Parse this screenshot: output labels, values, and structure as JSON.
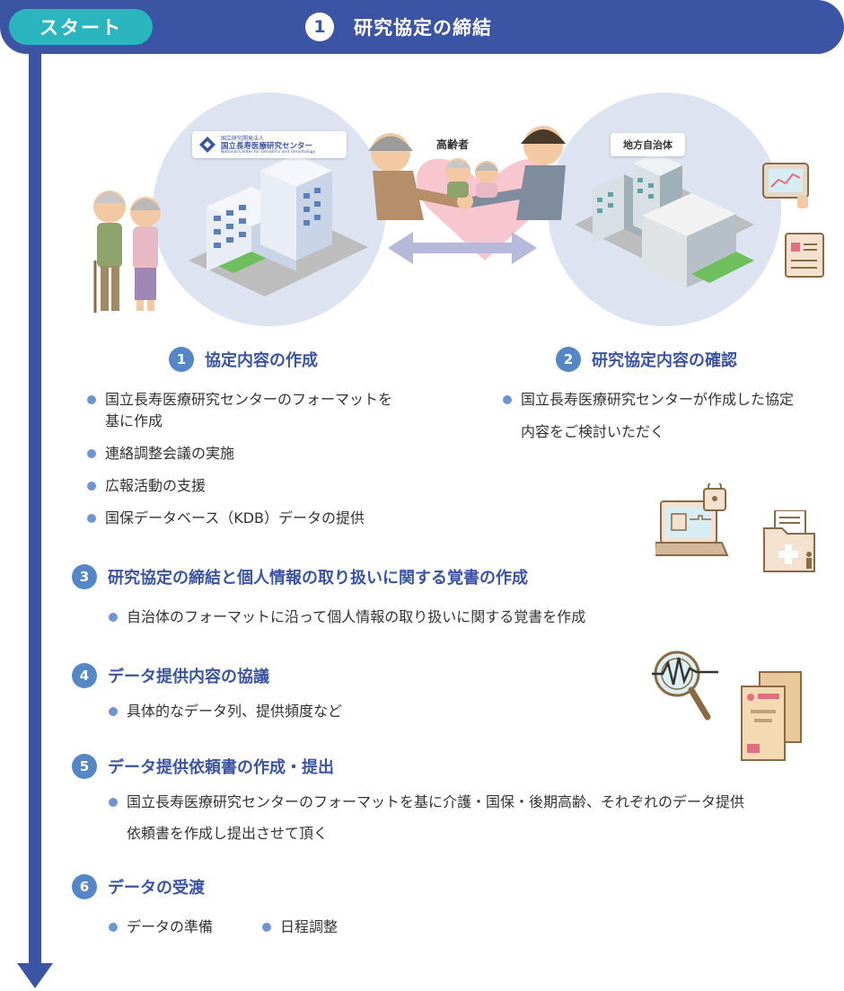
{
  "header": {
    "start_label": "スタート",
    "step_number": "1",
    "title": "研究協定の締結"
  },
  "illustration": {
    "ncgg_small_text": "国立研究開発法人",
    "ncgg_name": "国立長寿医療研究センター",
    "ncgg_english": "National Center for Geriatrics and Gerontology",
    "local_gov_label": "地方自治体",
    "elderly_label": "高齢者"
  },
  "sections": {
    "s1": {
      "number": "1",
      "title": "協定内容の作成",
      "bullets": [
        "国立長寿医療研究センターのフォーマットを",
        "連絡調整会議の実施",
        "広報活動の支援",
        "国保データベース（KDB）データの提供"
      ],
      "bullet1_cont": "基に作成"
    },
    "s2": {
      "number": "2",
      "title": "研究協定内容の確認",
      "bullet_line1": "国立長寿医療研究センターが作成した協定",
      "bullet_line2": "内容をご検討いただく"
    },
    "s3": {
      "number": "3",
      "title": "研究協定の締結と個人情報の取り扱いに関する覚書の作成",
      "bullet": "自治体のフォーマットに沿って個人情報の取り扱いに関する覚書を作成"
    },
    "s4": {
      "number": "4",
      "title": "データ提供内容の協議",
      "bullet": "具体的なデータ列、提供頻度など"
    },
    "s5": {
      "number": "5",
      "title": "データ提供依頼書の作成・提出",
      "bullet_line1": "国立長寿医療研究センターのフォーマットを基に介護・国保・後期高齢、それぞれのデータ提供",
      "bullet_line2": "依頼書を作成し提出させて頂く"
    },
    "s6": {
      "number": "6",
      "title": "データの受渡",
      "bullets": [
        "データの準備",
        "日程調整"
      ]
    }
  },
  "colors": {
    "primary": "#3b54a3",
    "accent_teal": "#2bb5bf",
    "step_circle": "#5586c6",
    "bullet_dot": "#6e95cf"
  }
}
